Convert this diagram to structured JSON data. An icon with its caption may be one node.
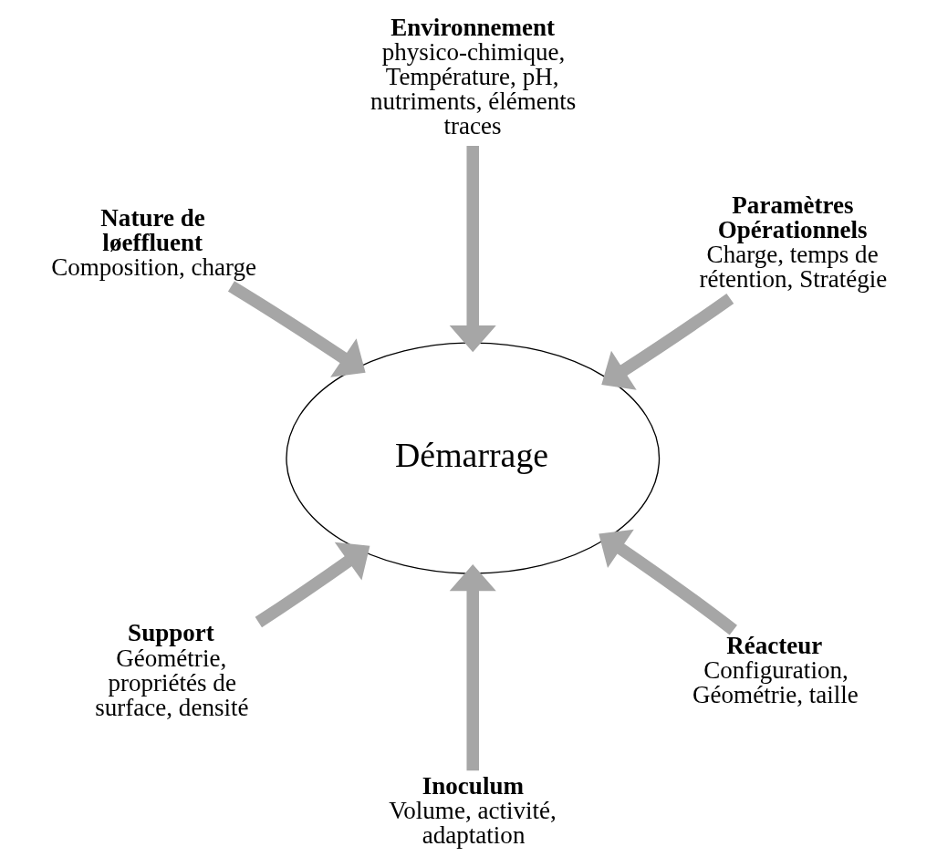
{
  "diagram": {
    "nodes": [
      {
        "text": [
          "Environnement",
          "physico-chimique, Température, pH, nutriments, éléments traces"
        ]
      },
      {
        "text": [
          "Nature de løeffluent",
          "Composition, charge"
        ]
      },
      {
        "text": [
          "Paramètres Opérationnels",
          "Charge, temps de rétention, Stratégie"
        ]
      },
      {
        "text": [
          "Démarrage"
        ]
      },
      {
        "text": [
          "Support",
          "Géométrie, propriétés de surface, densité"
        ]
      },
      {
        "text": [
          "Réacteur",
          "Configuration, Géométrie, taille"
        ]
      },
      {
        "text": [
          "Inoculum",
          "Volume, activité, adaptation"
        ]
      }
    ],
    "edges": [
      {
        "from": 0,
        "to": 3,
        "arrow": "to"
      },
      {
        "from": 1,
        "to": 3,
        "arrow": "to"
      },
      {
        "from": 2,
        "to": 3,
        "arrow": "to"
      },
      {
        "from": 4,
        "to": 3,
        "arrow": "to"
      },
      {
        "from": 5,
        "to": 3,
        "arrow": "to"
      },
      {
        "from": 6,
        "to": 3,
        "arrow": "to"
      }
    ]
  }
}
